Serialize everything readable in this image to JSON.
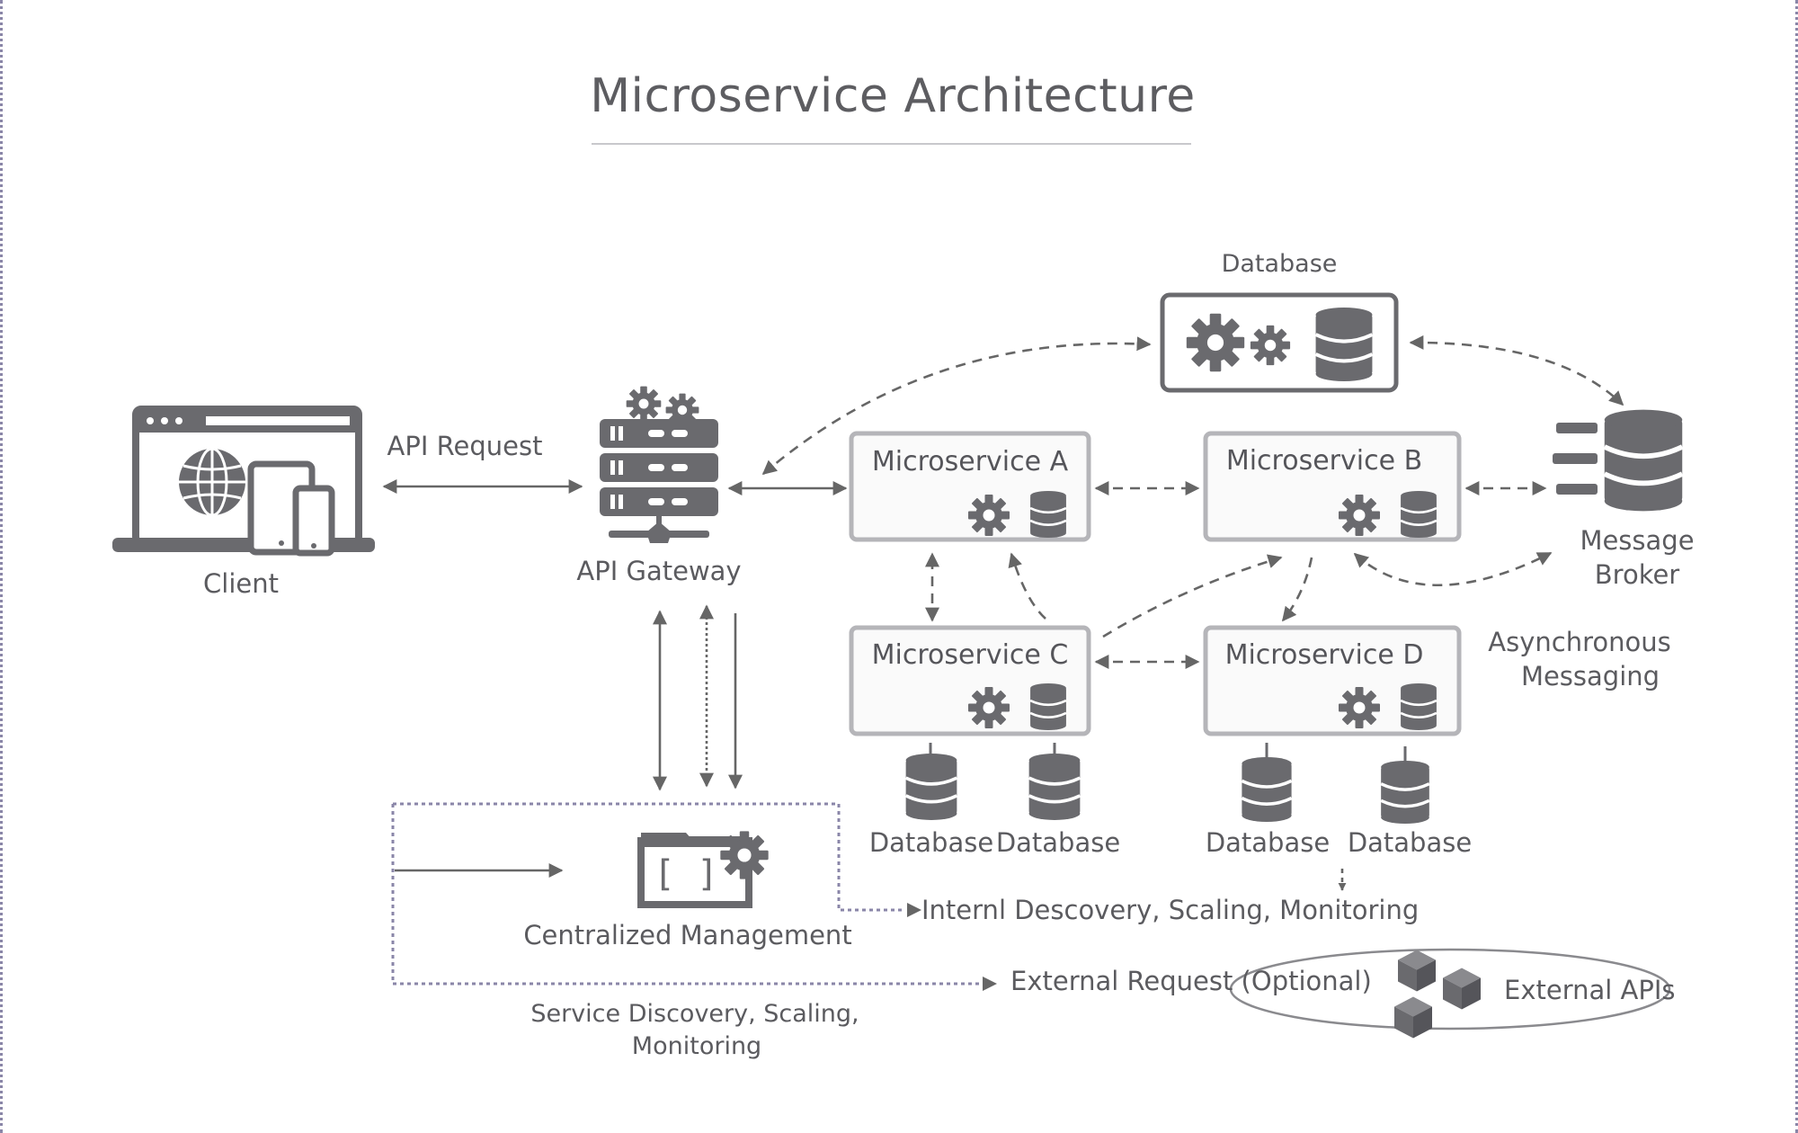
{
  "title": "Microservice Architecture",
  "nodes": {
    "client": "Client",
    "api_gateway": "API Gateway",
    "database_top": "Database",
    "microservice_a": "Microservice A",
    "microservice_b": "Microservice B",
    "microservice_c": "Microservice C",
    "microservice_d": "Microservice D",
    "message_broker_line1": "Message",
    "message_broker_line2": "Broker",
    "centralized_management": "Centralized Management",
    "external_apis": "External APIs",
    "databases": [
      "Database",
      "Database",
      "Database",
      "Database"
    ]
  },
  "edges": {
    "api_request": "API Request",
    "async_line1": "Asynchronous",
    "async_line2": "Messaging",
    "internal_discovery": "Internl Descovery, Scaling, Monitoring",
    "external_request": "External Request (Optional)",
    "service_discovery_line1": "Service Discovery, Scaling,",
    "service_discovery_line2": "Monitoring"
  },
  "colors": {
    "ink": "#5b5b5f",
    "icon": "#6a6a6e",
    "box_border": "#b5b5b9",
    "dashed_frame": "#8a86a8"
  }
}
